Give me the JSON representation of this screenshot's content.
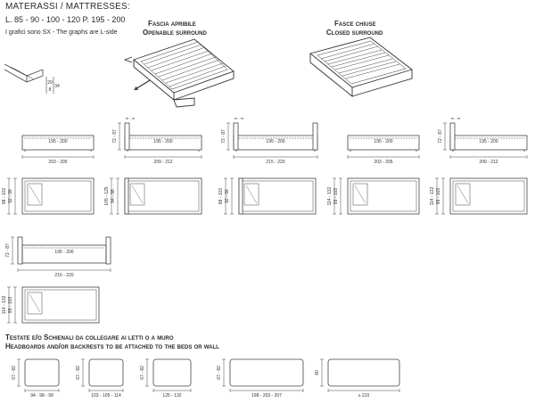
{
  "header": {
    "title": "MATERASSI / MATTRESSES:",
    "sizes": "L. 85 - 90 - 100 - 120    P. 195 - 200",
    "note": "I grafici sono SX  -  The graphs are L-side"
  },
  "iso": {
    "open_it": "Fascia apribile",
    "open_en": "Openable surround",
    "closed_it": "Fasce chiuse",
    "closed_en": "Closed surround",
    "detail_a": "29",
    "detail_b": "8",
    "detail_c": "34"
  },
  "dims": {
    "mattress": "195 - 200",
    "mm": "m - m",
    "w1": "203 - 205",
    "w2": "209 - 212",
    "w3": "215 - 220",
    "w4": "203 - 205",
    "w5": "209 - 212",
    "w6": "215 - 220",
    "h_side": "72 - 87",
    "d1": "92 - 96",
    "d1b": "98 - 102",
    "d2": "94 - 98",
    "d2b": "105 - 125",
    "d3": "92 - 96",
    "d3b": "98 - 102",
    "d4": "99 - 103",
    "d4b": "114 - 132",
    "d5": "99 - 103",
    "d5b": "114 - 132",
    "d6": "99 - 103",
    "d6b": "114 - 132"
  },
  "headboards": {
    "title_it": "Testate e/o Schienali da collegare ai letti o a muro",
    "title_en": "Headboards and/or backrests to be attached to the beds or wall",
    "height": "67 - 82",
    "height_last": "80",
    "widths": [
      "94 - 98 - 99",
      "103 - 105 - 114",
      "125 - 132",
      "198 - 203 - 207",
      "≥ 210"
    ]
  }
}
